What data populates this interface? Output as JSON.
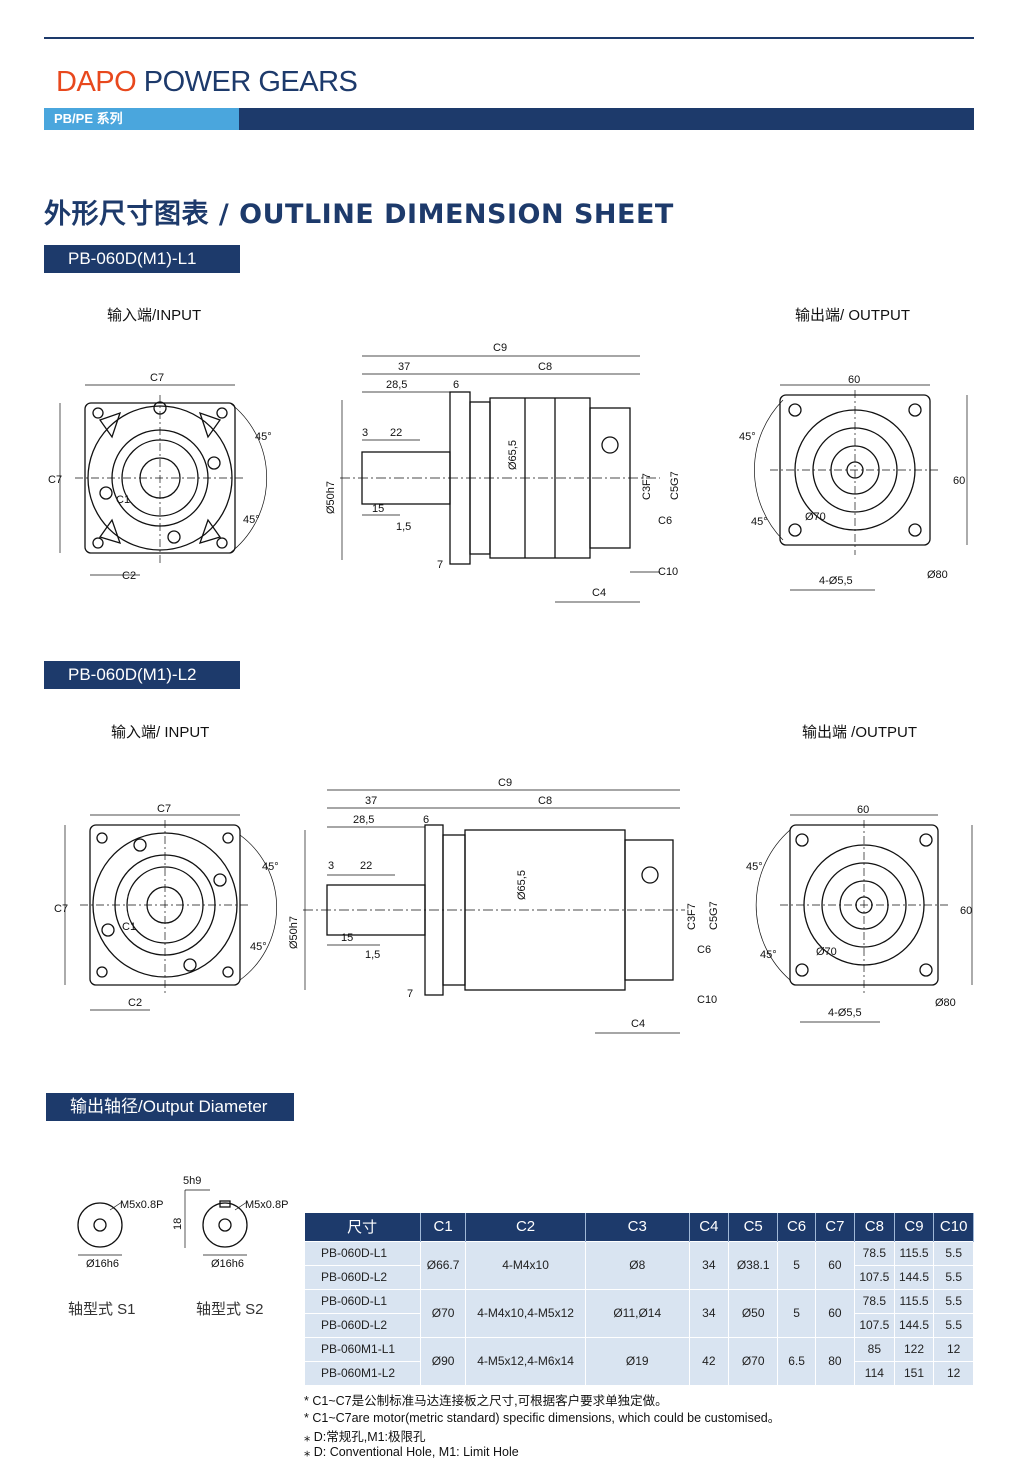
{
  "header": {
    "brand_part1": "DAPO",
    "brand_part2": " POWER GEARS",
    "series": "PB/PE 系列"
  },
  "title": "外形尺寸图表 / OUTLINE DIMENSION SHEET",
  "sections": {
    "l1": {
      "tag": "PB-060D(M1)-L1",
      "input_label": "输入端/INPUT",
      "output_label": "输出端/ OUTPUT"
    },
    "l2": {
      "tag": "PB-060D(M1)-L2",
      "input_label": "输入端/ INPUT",
      "output_label": "输出端 /OUTPUT"
    },
    "output_diameter": {
      "tag": "输出轴径/Output Diameter",
      "s1_label": "轴型式 S1",
      "s2_label": "轴型式 S2"
    }
  },
  "drawing_labels": {
    "c1": "C1",
    "c2": "C2",
    "c3f7": "C3F7",
    "c4": "C4",
    "c5g7": "C5G7",
    "c6": "C6",
    "c7": "C7",
    "c8": "C8",
    "c9": "C9",
    "c10": "C10",
    "d37": "37",
    "d285": "28,5",
    "d6": "6",
    "d3": "3",
    "d22": "22",
    "d15": "15",
    "d15b": "1,5",
    "d7": "7",
    "phi50": "Ø50h7",
    "phi655": "Ø65,5",
    "deg45": "45°",
    "d60": "60",
    "phi70": "Ø70",
    "phi80": "Ø80",
    "holes": "4-Ø5,5",
    "m5": "M5x0.8P",
    "phi16": "Ø16h6",
    "d5h9": "5h9",
    "d18": "18"
  },
  "table": {
    "headers": [
      "尺寸",
      "C1",
      "C2",
      "C3",
      "C4",
      "C5",
      "C6",
      "C7",
      "C8",
      "C9",
      "C10"
    ],
    "groups": [
      {
        "models": [
          "PB-060D-L1",
          "PB-060D-L2"
        ],
        "c1": "Ø66.7",
        "c2": "4-M4x10",
        "c3": "Ø8",
        "c4": "34",
        "c5": "Ø38.1",
        "c6": "5",
        "c7": "60",
        "rows": [
          [
            "78.5",
            "115.5",
            "5.5"
          ],
          [
            "107.5",
            "144.5",
            "5.5"
          ]
        ]
      },
      {
        "models": [
          "PB-060D-L1",
          "PB-060D-L2"
        ],
        "c1": "Ø70",
        "c2": "4-M4x10,4-M5x12",
        "c3": "Ø11,Ø14",
        "c4": "34",
        "c5": "Ø50",
        "c6": "5",
        "c7": "60",
        "rows": [
          [
            "78.5",
            "115.5",
            "5.5"
          ],
          [
            "107.5",
            "144.5",
            "5.5"
          ]
        ]
      },
      {
        "models": [
          "PB-060M1-L1",
          "PB-060M1-L2"
        ],
        "c1": "Ø90",
        "c2": "4-M5x12,4-M6x14",
        "c3": "Ø19",
        "c4": "42",
        "c5": "Ø70",
        "c6": "6.5",
        "c7": "80",
        "rows": [
          [
            "85",
            "122",
            "12"
          ],
          [
            "114",
            "151",
            "12"
          ]
        ]
      }
    ]
  },
  "notes": [
    "* C1~C7是公制标准马达连接板之尺寸,可根据客户要求单独定做。",
    "* C1~C7are motor(metric standard)  specific dimensions, which could be customised。",
    "⁎ D:常规孔,M1:极限孔",
    "⁎ D: Conventional Hole, M1: Limit Hole"
  ]
}
